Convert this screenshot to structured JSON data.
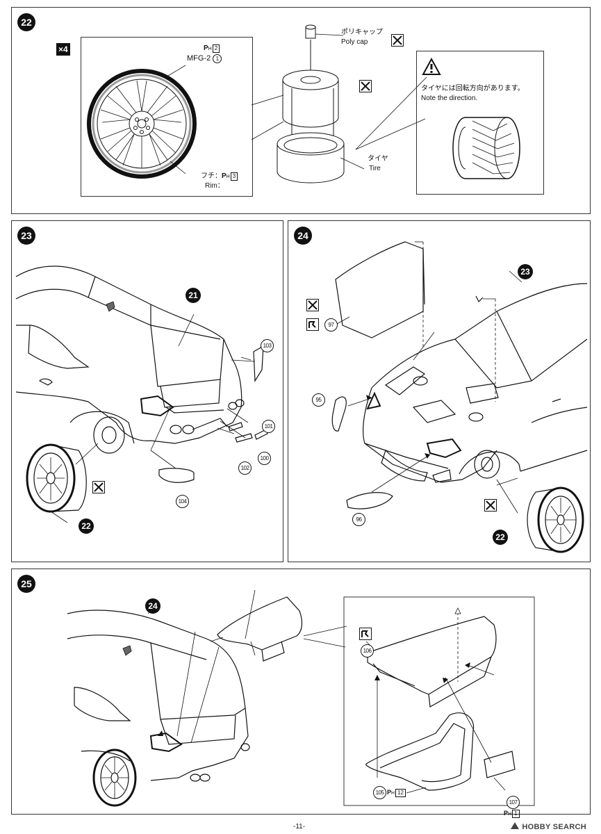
{
  "steps": {
    "s22": {
      "num": "22",
      "x4": "×4",
      "ph2": "2",
      "mfg_label": "MFG-2",
      "mfg_circle": "1",
      "rim_jp": "フチ：",
      "rim_en": "Rim：",
      "ph3": "3",
      "polycap_jp": "ポリキャップ",
      "polycap_en": "Poly cap",
      "tire_jp": "タイヤ",
      "tire_en": "Tire",
      "note_jp": "タイヤには回転方向があります。",
      "note_en": "Note the direction."
    },
    "s23": {
      "num": "23",
      "ref_body": "21",
      "ref_wheel": "22",
      "parts": [
        "103",
        "101",
        "100",
        "102",
        "104"
      ]
    },
    "s24": {
      "num": "24",
      "ref_body": "23",
      "ref_wheel": "22",
      "parts": [
        "97",
        "95",
        "96"
      ]
    },
    "s25": {
      "num": "25",
      "ref_body": "24",
      "parts": [
        "106",
        "107",
        "105"
      ],
      "ph1": "1",
      "ph12": "12"
    }
  },
  "ph_symbol": "P",
  "ph_sub": "H",
  "footer": {
    "page": "-11-"
  },
  "watermark": {
    "brand": "HOBBY SEARCH"
  },
  "colors": {
    "ink": "#111111",
    "bg": "#ffffff"
  }
}
